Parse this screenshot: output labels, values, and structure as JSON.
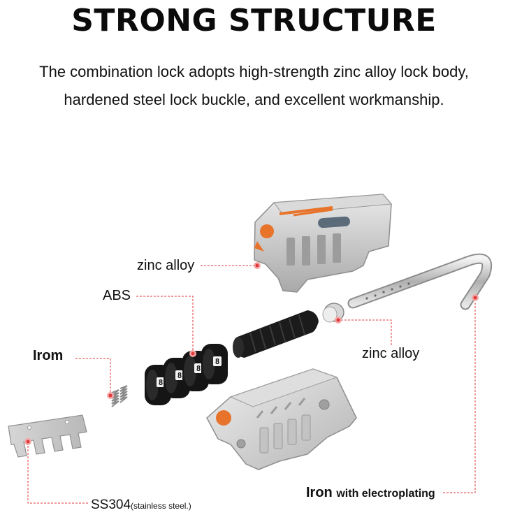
{
  "header": {
    "title": "STRONG STRUCTURE",
    "line1": "The combination lock adopts high-strength zinc alloy lock body,",
    "line2": "hardened steel lock buckle, and excellent workmanship."
  },
  "labels": {
    "zinc_alloy_top": "zinc alloy",
    "abs": "ABS",
    "irom": "Irom",
    "zinc_alloy_right": "zinc alloy",
    "iron": "Iron",
    "iron_rest": "with electroplating",
    "ss304": "SS304",
    "ss304_note": "(stainless steel.)"
  },
  "colors": {
    "accent_orange": "#e8742c",
    "callout_red": "#e03a3a",
    "metal_gray": "#b9b9b9",
    "dial_black": "#151515"
  }
}
